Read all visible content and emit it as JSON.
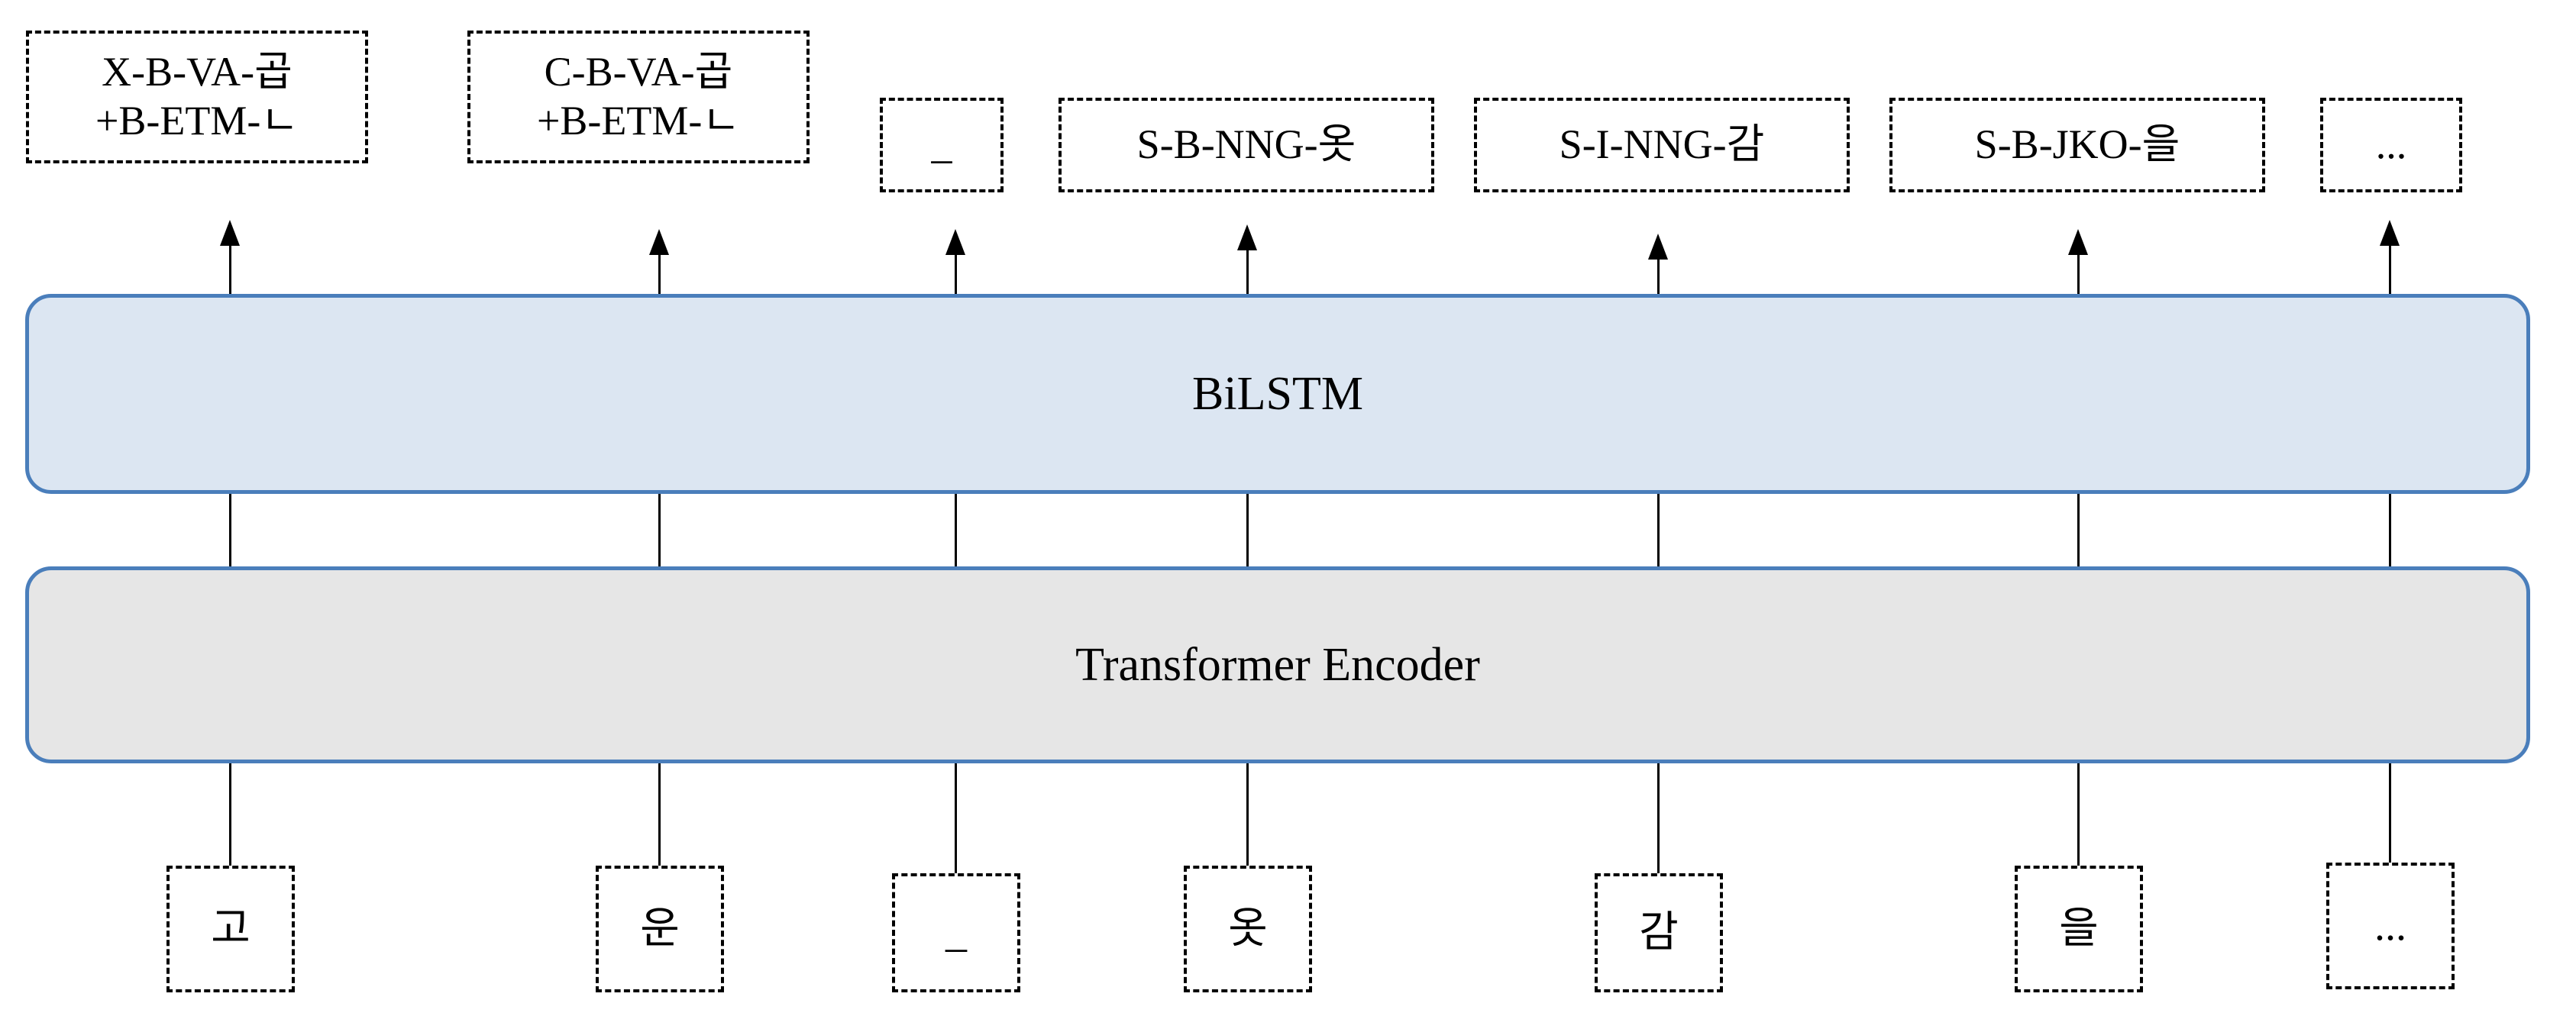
{
  "diagram": {
    "title": "Transformer Encoder + BiLSTM sequence tagging architecture",
    "colors": {
      "bilstm_fill": "#DCE6F2",
      "encoder_fill": "#E6E6E6",
      "layer_border": "#4A7EBB",
      "box_border": "#000000",
      "text": "#000000",
      "background": "#FFFFFF"
    }
  },
  "layers": {
    "bilstm": {
      "label": "BiLSTM"
    },
    "encoder": {
      "label": "Transformer Encoder"
    }
  },
  "outputs": [
    {
      "id": "out-1",
      "lines": [
        "X-B-VA-곱",
        "+B-ETM-ㄴ"
      ],
      "tall": true
    },
    {
      "id": "out-2",
      "lines": [
        "C-B-VA-곱",
        "+B-ETM-ㄴ"
      ],
      "tall": true
    },
    {
      "id": "out-3",
      "lines": [
        "_"
      ],
      "tall": false
    },
    {
      "id": "out-4",
      "lines": [
        "S-B-NNG-옷"
      ],
      "tall": false
    },
    {
      "id": "out-5",
      "lines": [
        "S-I-NNG-감"
      ],
      "tall": false
    },
    {
      "id": "out-6",
      "lines": [
        "S-B-JKO-을"
      ],
      "tall": false
    },
    {
      "id": "out-7",
      "lines": [
        "..."
      ],
      "tall": false
    }
  ],
  "inputs": [
    {
      "id": "in-1",
      "label": "고"
    },
    {
      "id": "in-2",
      "label": "운"
    },
    {
      "id": "in-3",
      "label": "_"
    },
    {
      "id": "in-4",
      "label": "옷"
    },
    {
      "id": "in-5",
      "label": "감"
    },
    {
      "id": "in-6",
      "label": "을"
    },
    {
      "id": "in-7",
      "label": "..."
    }
  ]
}
